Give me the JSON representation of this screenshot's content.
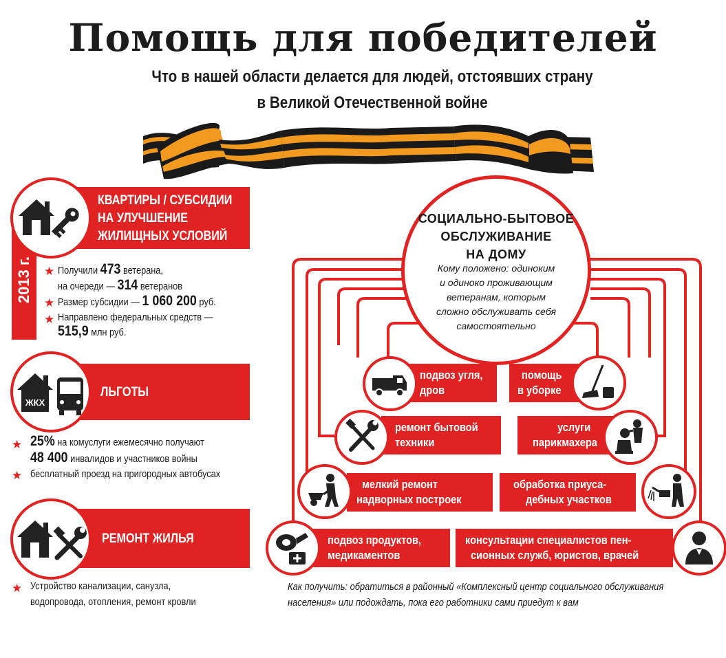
{
  "header": {
    "title": "Помощь для победителей",
    "subtitle_line1": "Что в нашей области делается для людей, отстоявших страну",
    "subtitle_line2": "в Великой Отечественной войне"
  },
  "colors": {
    "accent": "#e02322",
    "ribbon_orange": "#f29a1f",
    "ribbon_black": "#1a1a1a"
  },
  "left": {
    "housing": {
      "icons": [
        "house-icon",
        "key-icon"
      ],
      "label_lines": [
        "КВАРТИРЫ / СУБСИДИИ",
        "НА УЛУЧШЕНИЕ",
        "ЖИЛИЩНЫХ УСЛОВИЙ"
      ],
      "year": "2013 г.",
      "facts": [
        {
          "pre": "Получили ",
          "num": "473",
          "post": " ветерана,"
        },
        {
          "pre": "на очереди — ",
          "num": "314",
          "post": " ветеранов"
        },
        {
          "pre": "Размер субсидии — ",
          "num": "1 060 200",
          "post": " руб."
        },
        {
          "pre": "Направлено федеральных средств —",
          "num": "",
          "post": ""
        },
        {
          "pre": "",
          "num": "515,9",
          "post": " млн руб."
        }
      ]
    },
    "benefits": {
      "icons": [
        "housing-utilities-icon",
        "bus-icon"
      ],
      "house_label": "ЖКХ",
      "label": "ЛЬГОТЫ",
      "facts": [
        {
          "pre": "",
          "num": "25%",
          "post": " на комуслуги ежемесячно получают"
        },
        {
          "pre": "",
          "num": "48 400",
          "post": " инвалидов и участников войны"
        },
        {
          "pre": "бесплатный проезд на пригородных автобусах",
          "num": "",
          "post": ""
        }
      ]
    },
    "repair": {
      "icons": [
        "house-icon",
        "tools-icon"
      ],
      "label": "РЕМОНТ ЖИЛЬЯ",
      "facts": [
        {
          "pre": "Устройство канализации, санузла,",
          "num": "",
          "post": ""
        },
        {
          "pre": "водопровода, отопления, ремонт кровли",
          "num": "",
          "post": ""
        }
      ]
    }
  },
  "right": {
    "center": {
      "title_lines": [
        "СОЦИАЛЬНО-БЫТОВОЕ",
        "ОБСЛУЖИВАНИЕ",
        "НА ДОМУ"
      ],
      "note_lines": [
        "Кому положено: одиноким",
        "и одиноко проживающим",
        "ветеранам, которым",
        "сложно обслуживать себя",
        "самостоятельно"
      ]
    },
    "services": [
      {
        "id": "coal",
        "icon": "truck-icon",
        "lines": [
          "подвоз угля,",
          "дров"
        ]
      },
      {
        "id": "cleaning",
        "icon": "mop-icon",
        "lines": [
          "помощь",
          "в уборке"
        ]
      },
      {
        "id": "appliance",
        "icon": "wrench-screwdriver-icon",
        "lines": [
          "ремонт бытовой",
          "техники"
        ]
      },
      {
        "id": "hairdresser",
        "icon": "hairdresser-icon",
        "lines": [
          "услуги",
          "парикмахера"
        ]
      },
      {
        "id": "buildings",
        "icon": "wheelbarrow-icon",
        "lines": [
          "мелкий ремонт",
          "надворных построек"
        ]
      },
      {
        "id": "garden",
        "icon": "watering-icon",
        "lines": [
          "обработка приуса-",
          "дебных участков"
        ]
      },
      {
        "id": "food",
        "icon": "food-medicine-icon",
        "lines": [
          "подвоз продуктов,",
          "медикаментов"
        ]
      },
      {
        "id": "consult",
        "icon": "specialist-icon",
        "lines": [
          "консультации специалистов пен-",
          "сионных служб, юристов, врачей"
        ]
      }
    ],
    "howto_lines": [
      "Как получить: обратиться в районный «Комплексный центр социального обслуживания",
      "населения» или подождать, пока его работники сами приедут к вам"
    ]
  }
}
